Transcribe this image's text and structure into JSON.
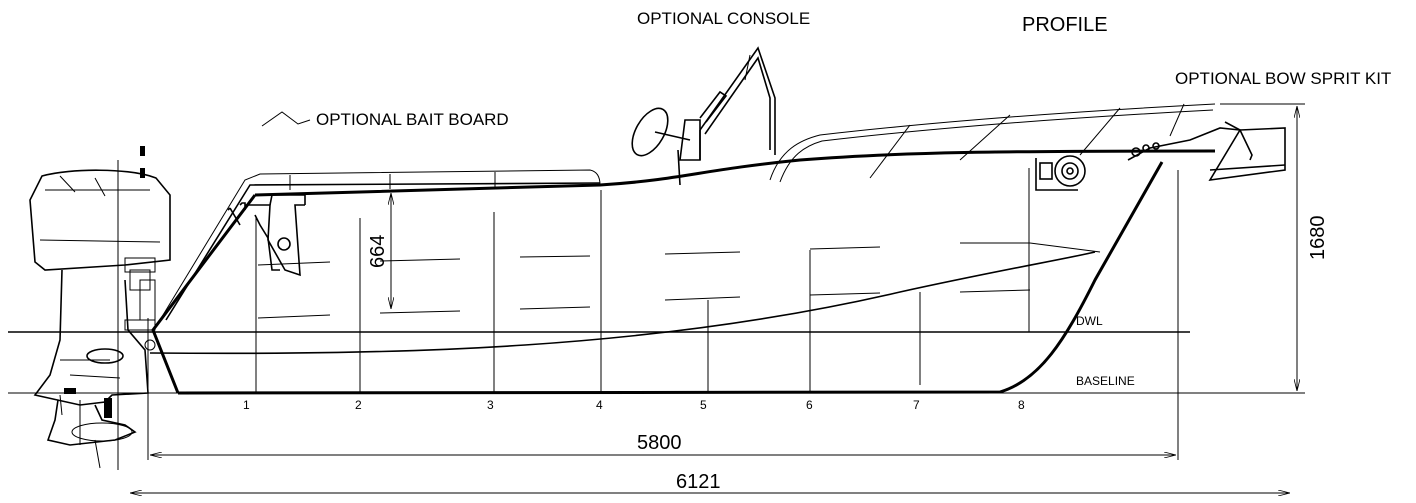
{
  "title": "PROFILE",
  "annotations": {
    "console": "OPTIONAL CONSOLE",
    "bait_board": "OPTIONAL BAIT BOARD",
    "bow_sprit": "OPTIONAL BOW SPRIT KIT"
  },
  "reference_lines": {
    "dwl": "DWL",
    "baseline": "BASELINE"
  },
  "dimensions": {
    "length_hull": "5800",
    "length_overall": "6121",
    "height_overall": "1680",
    "freeboard": "664"
  },
  "stations": [
    "1",
    "2",
    "3",
    "4",
    "5",
    "6",
    "7",
    "8"
  ],
  "colors": {
    "line": "#000000",
    "background": "#ffffff"
  }
}
